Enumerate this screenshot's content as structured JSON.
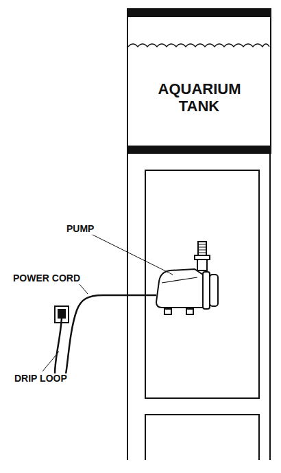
{
  "diagram": {
    "nodes": [
      {
        "text": [
          "AQUARIUM TANK"
        ]
      }
    ],
    "labels": [
      "PUMP",
      "POWER CORD",
      "DRIP LOOP"
    ]
  }
}
